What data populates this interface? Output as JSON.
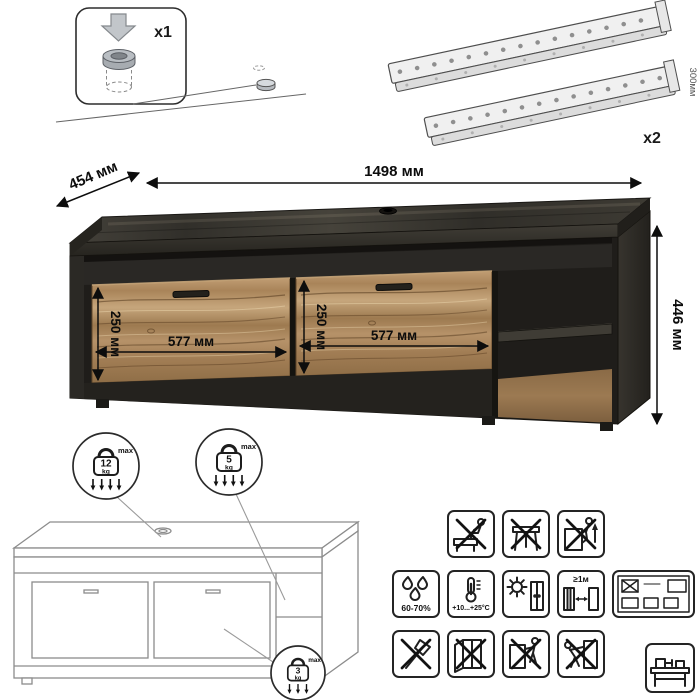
{
  "hardware_callouts": {
    "foot": {
      "quantity": "x1"
    },
    "rails": {
      "quantity": "x2",
      "length": "300мм"
    }
  },
  "dimensions": {
    "width": "1498 мм",
    "depth": "454 мм",
    "height": "446 мм",
    "drawer_left_height": "250 мм",
    "drawer_left_width": "577 мм",
    "drawer_right_height": "250 мм",
    "drawer_right_width": "577 мм"
  },
  "load_limits": {
    "top_surface": {
      "value": "12",
      "unit": "kg",
      "qualifier": "max"
    },
    "shelf": {
      "value": "5",
      "unit": "kg",
      "qualifier": "max"
    },
    "drawer": {
      "value": "3",
      "unit": "kg",
      "qualifier": "max"
    }
  },
  "environment": {
    "humidity": "60-70%",
    "temperature": "+10...+25°C",
    "min_distance": "≥1м"
  },
  "colors": {
    "frame_dark": "#33302a",
    "wood_light": "#b08c61",
    "dimension_line": "#111111",
    "outline_gray": "#8c8c8c"
  }
}
